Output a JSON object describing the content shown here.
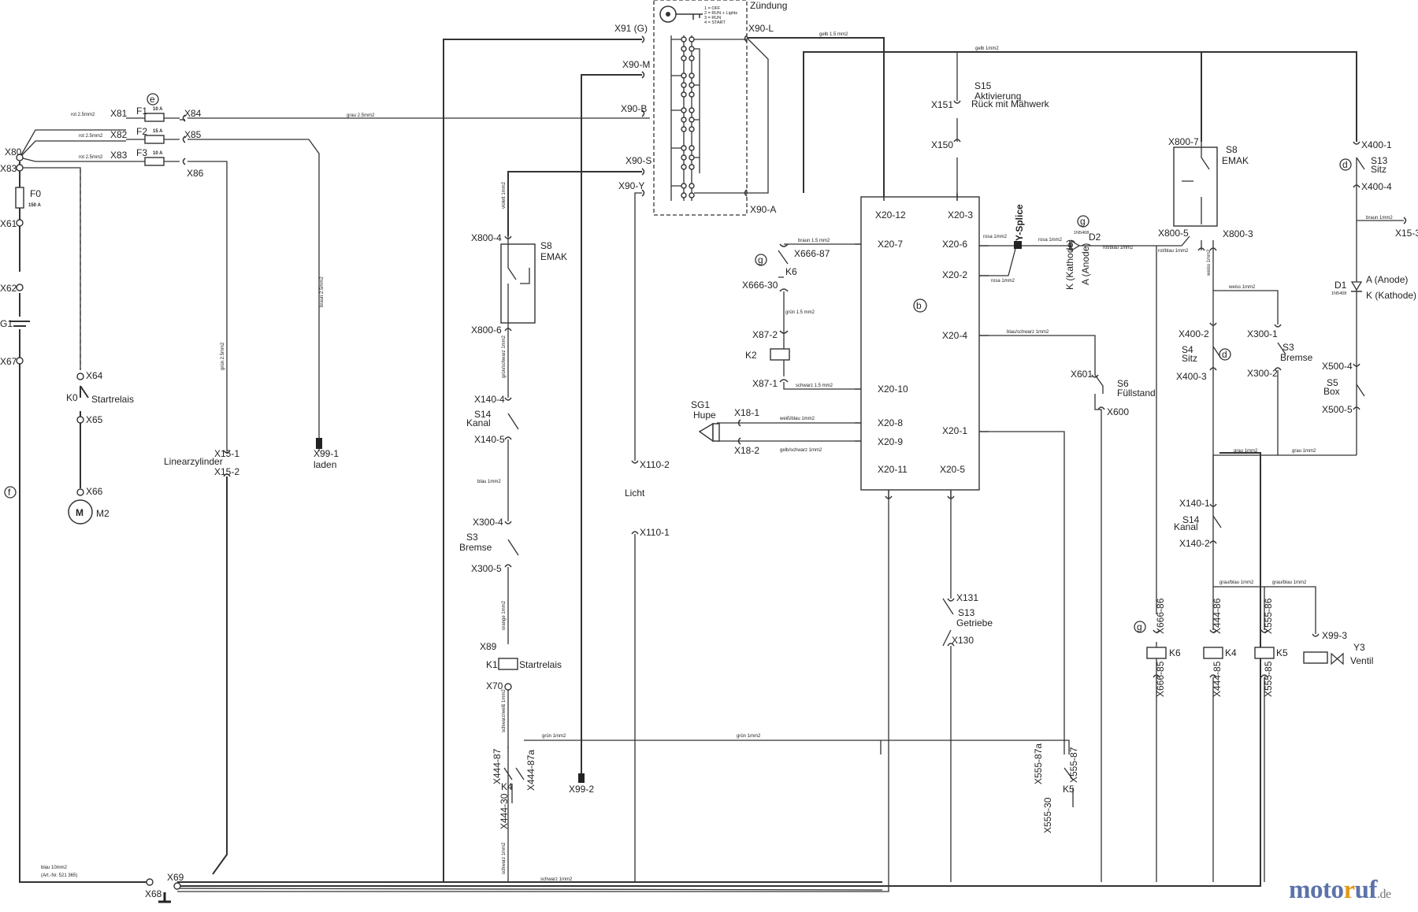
{
  "ignition": {
    "title": "Zündung",
    "legend": [
      "1 = OFF",
      "2 = RUN + Lights",
      "3 = RUN",
      "4 = START"
    ]
  },
  "labels": {
    "x91": "X91 (G)",
    "x90l": "X90-L",
    "x90m": "X90-M",
    "x90b": "X90-B",
    "x90s": "X90-S",
    "x90y": "X90-Y",
    "x90a": "X90-A",
    "x80": "X80",
    "x83": "X83",
    "x81": "X81",
    "x82": "X82",
    "x83b": "X83",
    "f1": "F1",
    "f2": "F2",
    "f3": "F3",
    "f1a": "10 A",
    "f2a": "15 A",
    "f3a": "10 A",
    "x84": "X84",
    "x85": "X85",
    "x86": "X86",
    "f0": "F0",
    "f0a": "150 A",
    "x61": "X61",
    "x62": "X62",
    "g1": "G1",
    "x67": "X67",
    "x64": "X64",
    "k0": "K0",
    "startrelais": "Startrelais",
    "x65": "X65",
    "x66": "X66",
    "m2": "M2",
    "linearzylinder": "Linearzylinder",
    "x151": "X15-1",
    "x152": "X15-2",
    "x991": "X99-1",
    "laden": "laden",
    "x8004": "X800-4",
    "s8": "S8",
    "emak": "EMAK",
    "x8006": "X800-6",
    "x1404": "X140-4",
    "s14": "S14",
    "kanal": "Kanal",
    "x1405": "X140-5",
    "x3004": "X300-4",
    "s3": "S3",
    "bremse": "Bremse",
    "x3005": "X300-5",
    "x89": "X89",
    "k1": "K1",
    "startrelais2": "Startrelais",
    "x70": "X70",
    "x44487": "X444-87",
    "x44487a": "X444-87a",
    "k4": "K4",
    "x44430": "X444-30",
    "x992": "X99-2",
    "x1102": "X110-2",
    "licht": "Licht",
    "x1101": "X110-1",
    "x20_12": "X20-12",
    "x20_3": "X20-3",
    "x20_7": "X20-7",
    "x20_6": "X20-6",
    "x20_2": "X20-2",
    "x20_10": "X20-10",
    "x20_4": "X20-4",
    "x20_8": "X20-8",
    "x20_9": "X20-9",
    "x20_1": "X20-1",
    "x20_11": "X20-11",
    "x20_5": "X20-5",
    "ecu": "b",
    "x66687": "X666-87",
    "k6": "K6",
    "x66630": "X666-30",
    "x872": "X87-2",
    "k2": "K2",
    "x871": "X87-1",
    "sg1": "SG1",
    "hupe": "Hupe",
    "x181": "X18-1",
    "x182": "X18-2",
    "s15": "S15",
    "aktivierung": "Aktivierung",
    "rueck": "Rück mit Mähwerk",
    "x151b": "X151",
    "x150": "X150",
    "ysplice": "Y-Splice",
    "d2": "D2",
    "kath": "K (Kathode)",
    "anode": "A (Anode)",
    "d2t": "1N5408",
    "x601": "X601",
    "s6": "S6",
    "fuellstand": "Füllstand",
    "x600": "X600",
    "x131": "X131",
    "s13g": "S13",
    "getriebe": "Getriebe",
    "x130": "X130",
    "x55587a": "X555-87a",
    "x55587": "X555-87",
    "k5": "K5",
    "x55530": "X555-30",
    "x8007": "X800-7",
    "s8b": "S8",
    "emakb": "EMAK",
    "x8005": "X800-5",
    "x8003": "X800-3",
    "x4001": "X400-1",
    "s13": "S13",
    "sitz": "Sitz",
    "x4004": "X400-4",
    "x153": "X15-3",
    "d1": "D1",
    "d1a": "A (Anode)",
    "d1k": "K (Kathode)",
    "d1t": "1N5408",
    "x4002": "X400-2",
    "s4": "S4",
    "sitz2": "Sitz",
    "x4003": "X400-3",
    "x3001": "X300-1",
    "s3b": "S3",
    "bremse2": "Bremse",
    "x3002": "X300-2",
    "x5004": "X500-4",
    "s5": "S5",
    "box": "Box",
    "x5005": "X500-5",
    "x1401": "X140-1",
    "s14b": "S14",
    "kanal2": "Kanal",
    "x1402": "X140-2",
    "x66686": "X666-86",
    "k6b": "K6",
    "x66685": "X666-85",
    "x44486": "X444-86",
    "k4b": "K4",
    "x44485": "X444-85",
    "x55586": "X555-86",
    "k5b": "K5",
    "x55585": "X555-85",
    "x993": "X99-3",
    "y3": "Y3",
    "ventil": "Ventil",
    "x68": "X68",
    "x69": "X69"
  },
  "markers": {
    "e": "e",
    "g1": "g",
    "g2": "g",
    "g3": "g",
    "d1": "d",
    "d2": "d",
    "f": "f"
  },
  "wires": {
    "rot25a": "rot 2.5mm2",
    "rot25b": "rot 2.5mm2",
    "rot25c": "rot 2.5mm2",
    "grau25": "grau 2.5mm2",
    "gelb15": "gelb 1.5 mm2",
    "gelb1": "gelb 1mm2",
    "braun25": "braun 2.5mm2",
    "gruen25": "grün 2.5mm2",
    "violett": "violett 1mm2",
    "gruenschwarz": "grün/schwarz 1mm2",
    "blau1": "blau 1mm2",
    "orange": "orange 1mm2",
    "schwarzweiss": "schwarz/weiß 1mm2",
    "schwarz1": "schwarz 1mm2",
    "gruen1a": "grün 1mm2",
    "gruen1b": "grün 1mm2",
    "braun15": "braun 1.5 mm2",
    "gruen15": "grün 1.5 mm2",
    "schwarz15": "schwarz 1.5 mm2",
    "weissblau": "weiß/blau 1mm2",
    "gelbschwarz": "gelb/schwarz 1mm2",
    "rosa1a": "rosa 1mm2",
    "rosa1b": "rosa 1mm2",
    "rosa1c": "rosa 1mm2",
    "rotblau1": "rot/blau 1mm2",
    "rotblau2": "rot/blau 1mm2",
    "blauschwarz": "blau/schwarz 1mm2",
    "weiss1": "weiss 1mm2",
    "weiss2": "weiss 1mm2",
    "braun1": "braun 1mm2",
    "grau1a": "grau 1mm2",
    "grau1b": "grau 1mm2",
    "graublau1": "grau/blau 1mm2",
    "graublau2": "grau/blau 1mm2",
    "blau10": "blau 10mm2",
    "artnr": "(Art.-Nr. 521 365)",
    "schwarz1b": "schwarz 1mm2"
  }
}
